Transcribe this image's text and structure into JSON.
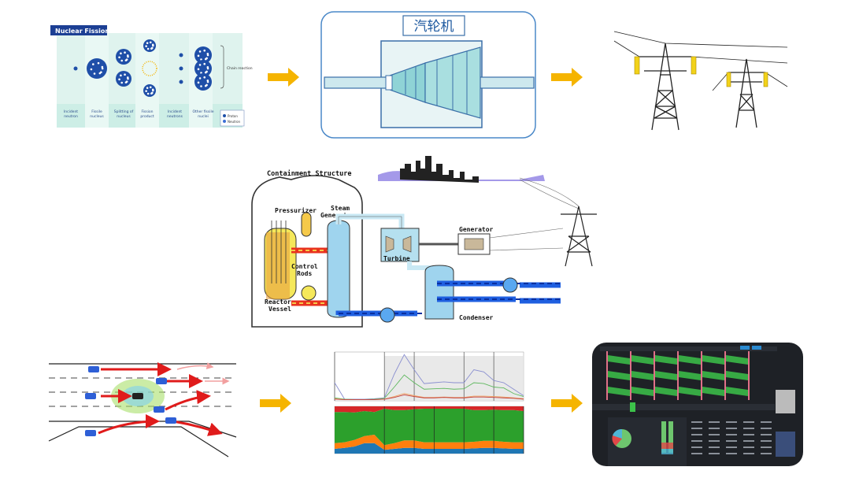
{
  "fission": {
    "title": "Nuclear Fission",
    "steps": [
      "Incident neutron",
      "Fissile nucleus",
      "Splitting of nucleus",
      "Fission product",
      "Incident neutrons",
      "Other fissile nuclei"
    ],
    "chain_label": "Chain reaction",
    "legend": [
      "Proton",
      "Neutron"
    ]
  },
  "turbine": {
    "title": "汽轮机"
  },
  "pwr": {
    "containment": "Containment Structure",
    "pressurizer": "Pressurizer",
    "steam_generator": [
      "Steam",
      "Generator"
    ],
    "control_rods": [
      "Control",
      "Rods"
    ],
    "reactor_vessel": [
      "Reactor",
      "Vessel"
    ],
    "turbine": "Turbine",
    "generator": "Generator",
    "condenser": "Condenser"
  },
  "colors": {
    "arrow": "#f5b400",
    "fission_blue": "#1f4fa8",
    "turbine_teal": "#8fd3d6",
    "hot_loop": "#e8321e",
    "cold_loop": "#1f5fe0",
    "dashboard_bg": "#1e2126",
    "dashboard_green": "#3cc24a"
  },
  "chart_data": {
    "type": "line",
    "top": {
      "series": [
        {
          "values": [
            40,
            2,
            2,
            2,
            3,
            5,
            60,
            105,
            70,
            38,
            40,
            42,
            40,
            40,
            70,
            65,
            45,
            40,
            25,
            10
          ]
        },
        {
          "values": [
            5,
            2,
            1,
            1,
            2,
            4,
            30,
            58,
            40,
            25,
            26,
            27,
            25,
            26,
            40,
            38,
            30,
            28,
            15,
            8
          ]
        },
        {
          "values": [
            3,
            1,
            1,
            1,
            1,
            2,
            8,
            15,
            10,
            6,
            6,
            7,
            6,
            6,
            9,
            9,
            8,
            7,
            5,
            3
          ]
        },
        {
          "values": [
            2,
            1,
            1,
            1,
            1,
            2,
            6,
            12,
            8,
            5,
            5,
            6,
            5,
            5,
            7,
            7,
            6,
            5,
            4,
            2
          ]
        }
      ]
    },
    "bottom": {
      "type": "area",
      "stacked_percent": true,
      "series": [
        {
          "color": "#1f77b4",
          "values": [
            10,
            12,
            15,
            22,
            22,
            8,
            10,
            12,
            12,
            10,
            10,
            10,
            10,
            10,
            11,
            12,
            12,
            11,
            10,
            10
          ]
        },
        {
          "color": "#ff7f0e",
          "values": [
            12,
            12,
            14,
            15,
            18,
            10,
            12,
            16,
            16,
            14,
            14,
            14,
            14,
            14,
            14,
            15,
            15,
            14,
            14,
            14
          ]
        },
        {
          "color": "#2ca02c",
          "values": [
            66,
            64,
            58,
            53,
            48,
            77,
            70,
            64,
            66,
            71,
            71,
            71,
            71,
            71,
            67,
            65,
            66,
            67,
            68,
            66
          ]
        },
        {
          "color": "#d62728",
          "values": [
            12,
            12,
            13,
            10,
            12,
            5,
            8,
            8,
            6,
            5,
            5,
            5,
            5,
            5,
            8,
            8,
            7,
            8,
            8,
            10
          ]
        }
      ]
    }
  }
}
